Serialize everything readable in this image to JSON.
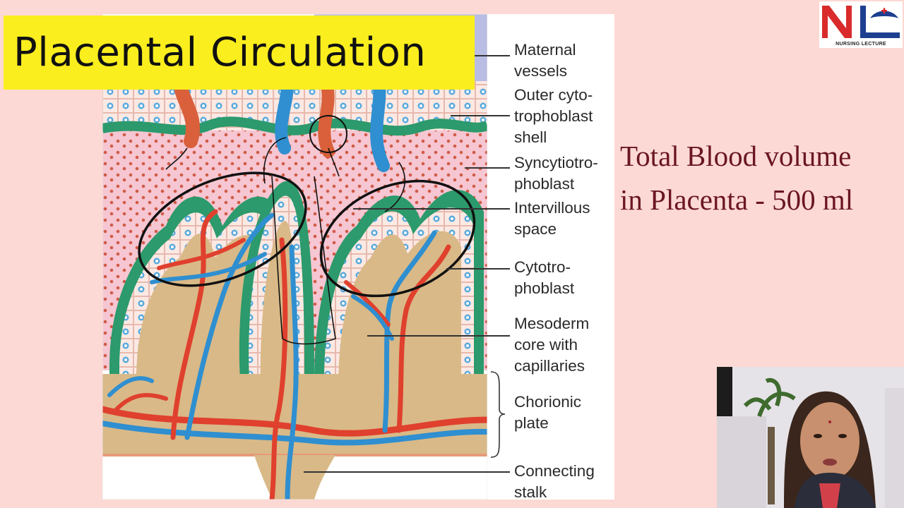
{
  "title": "Placental Circulation",
  "labels": [
    {
      "lines": [
        "Maternal",
        "vessels"
      ]
    },
    {
      "lines": [
        "Outer cyto-",
        "trophoblast",
        "shell"
      ]
    },
    {
      "lines": [
        "Syncytiotro-",
        "phoblast"
      ]
    },
    {
      "lines": [
        "Intervillous",
        "space"
      ]
    },
    {
      "lines": [
        "Cytotro-",
        "phoblast"
      ]
    },
    {
      "lines": [
        "Mesoderm",
        "core with",
        "capillaries"
      ]
    },
    {
      "lines": [
        "Chorionic",
        "plate"
      ]
    },
    {
      "lines": [
        "Connecting",
        "stalk"
      ]
    }
  ],
  "info": {
    "line1": "Total Blood volume",
    "line2": "in Placenta - 500 ml"
  },
  "logo": {
    "text": "NL",
    "subtitle": "NURSING LECTURE"
  },
  "colors": {
    "background": "#fcd9d4",
    "title_bg": "#fbee1e",
    "info_text": "#6b1622",
    "syncytio_green": "#2c9a6c",
    "artery_red": "#e0402e",
    "vein_blue": "#2f8fd0",
    "mesoderm_tan": "#d9b987",
    "intervillous_pink": "#f6c6d2"
  }
}
